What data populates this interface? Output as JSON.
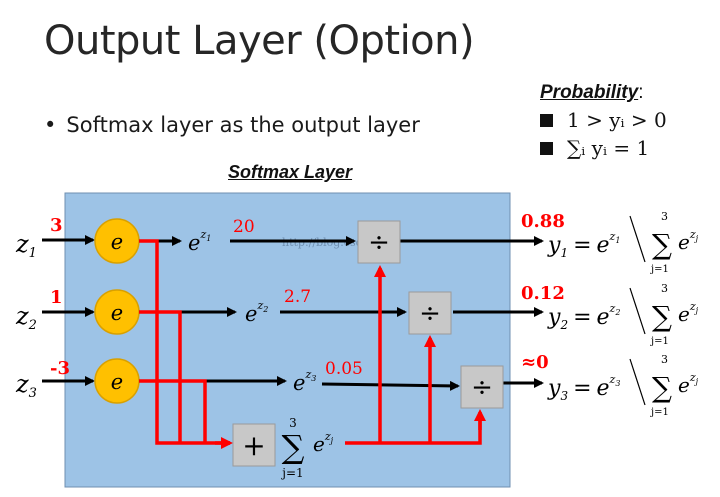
{
  "slide": {
    "title": "Output Layer (Option)",
    "bullet": "Softmax layer as the output layer"
  },
  "probability": {
    "title": "Probability",
    "colon": ":",
    "conditions": [
      "1 > yᵢ > 0",
      "∑ᵢ yᵢ = 1"
    ]
  },
  "softmax": {
    "label": "Softmax Layer",
    "node_symbol": "e",
    "divide_symbol": "÷",
    "plus_symbol": "+",
    "inputs": [
      {
        "var": "z",
        "sub": "1",
        "value": "3",
        "exp_value": "20",
        "out_value": "0.88",
        "out_var": "y",
        "out_sub": "1"
      },
      {
        "var": "z",
        "sub": "2",
        "value": "1",
        "exp_value": "2.7",
        "out_value": "0.12",
        "out_var": "y",
        "out_sub": "2"
      },
      {
        "var": "z",
        "sub": "3",
        "value": "-3",
        "exp_value": "0.05",
        "out_value": "≈0",
        "out_var": "y",
        "out_sub": "3"
      }
    ],
    "sum_upper": "3",
    "sum_lower": "j=1",
    "exp_base": "e",
    "exp_var": "z",
    "sum_index": "j",
    "equals": "=",
    "watermark": "http://blog.csdn.net/"
  },
  "colors": {
    "box_fill": "#9dc3e6",
    "box_stroke": "#6f8fb0",
    "node_fill": "#ffc000",
    "node_stroke": "#d9a000",
    "gate_fill": "#c8c8c8",
    "red": "#ff0000",
    "black": "#000000"
  }
}
